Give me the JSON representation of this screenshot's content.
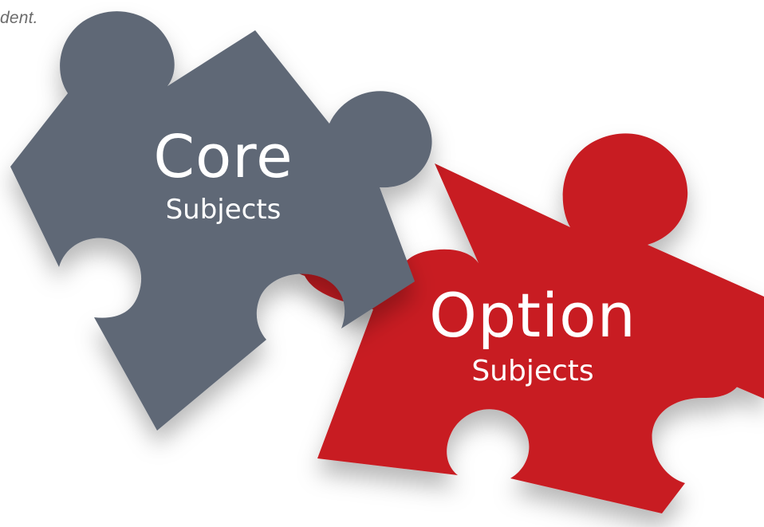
{
  "caption": {
    "text": "dent."
  },
  "pieces": {
    "core": {
      "title": "Core",
      "subtitle": "Subjects",
      "color": "#5e6776"
    },
    "option": {
      "title": "Option",
      "subtitle": "Subjects",
      "color": "#c81e24"
    }
  },
  "colors": {
    "background": "#ffffff",
    "text": "#ffffff",
    "caption": "#6b6b6b"
  }
}
